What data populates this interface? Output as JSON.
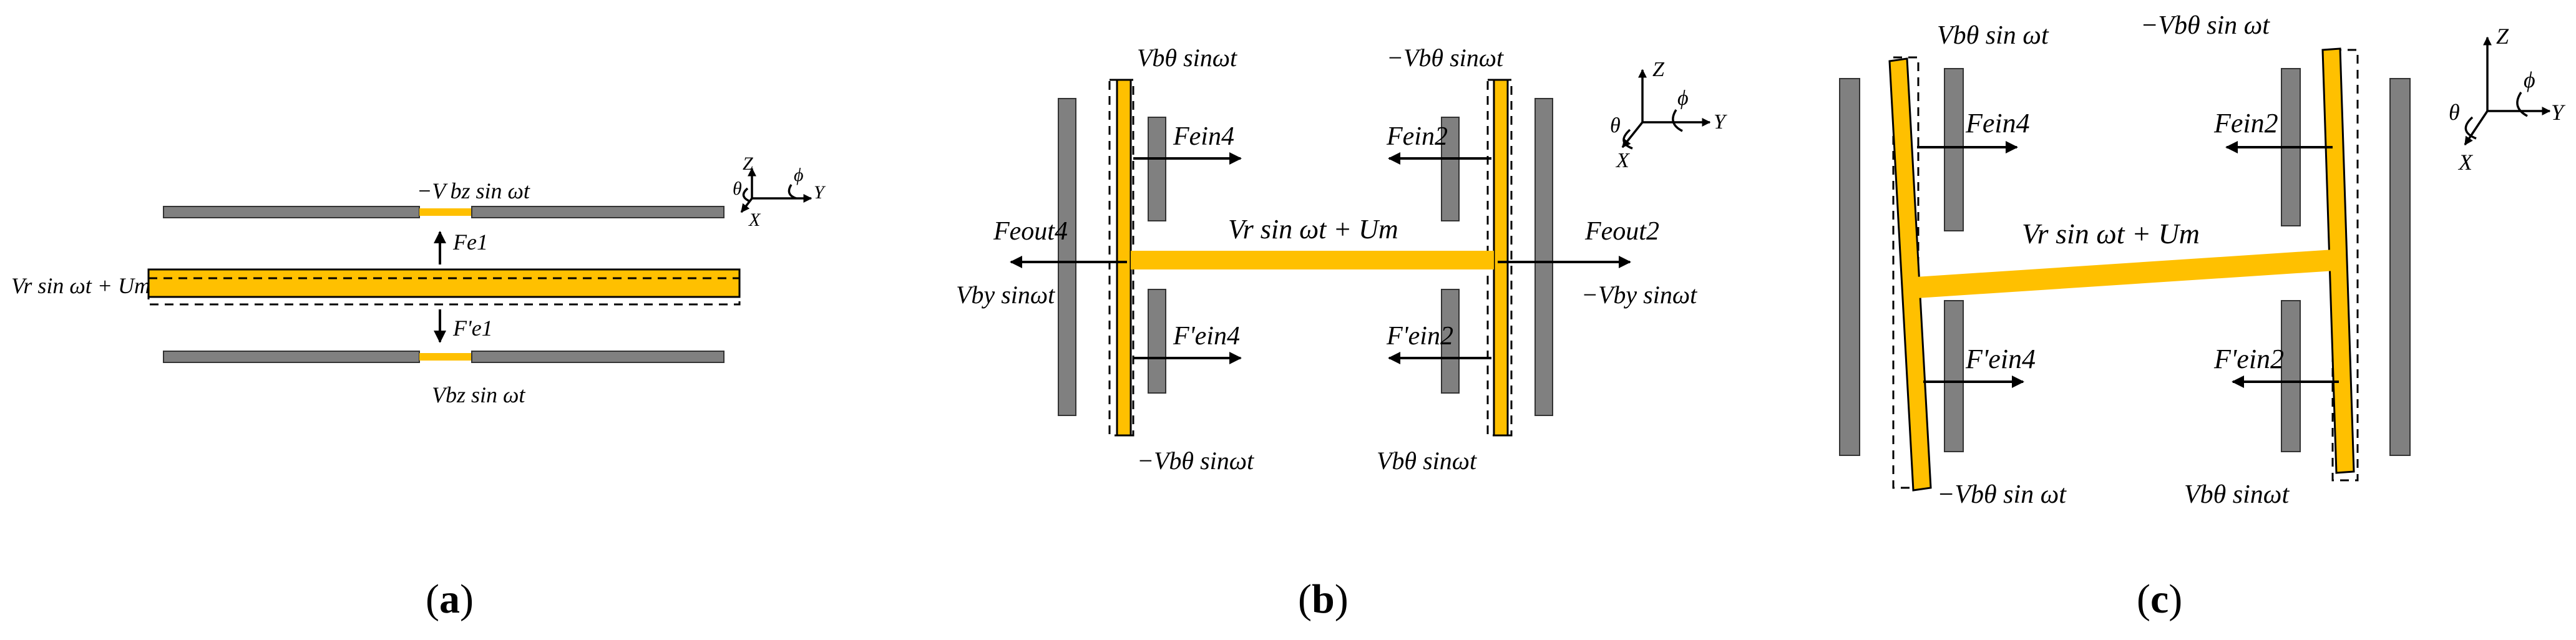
{
  "panels": {
    "a": {
      "caption_prefix": "(",
      "caption_letter": "a",
      "caption_suffix": ")",
      "labels": {
        "top_voltage": "−V bz sin ωt",
        "beam_voltage": "Vr sin ωt + Um",
        "force_up": "Fe1",
        "force_down": "F'e1",
        "bottom_voltage": "Vbz sin ωt",
        "axis_z": "Z",
        "axis_y": "Y",
        "axis_x": "X",
        "axis_theta": "θ",
        "axis_phi": "ϕ"
      }
    },
    "b": {
      "caption_prefix": "(",
      "caption_letter": "b",
      "caption_suffix": ")",
      "labels": {
        "top_left_voltage": "Vbθ sinωt",
        "top_right_voltage": "−Vbθ sinωt",
        "bottom_left_voltage": "−Vbθ sinωt",
        "bottom_right_voltage": "Vbθ sinωt",
        "left_out_force": "Feout4",
        "right_out_force": "Feout2",
        "left_voltage": "Vby sinωt",
        "right_voltage": "−Vby sinωt",
        "force_ein4": "Fein4",
        "force_ein4_prime": "F'ein4",
        "force_ein2": "Fein2",
        "force_ein2_prime": "F'ein2",
        "beam_voltage": "Vr sin ωt + Um",
        "axis_z": "Z",
        "axis_y": "Y",
        "axis_x": "X",
        "axis_theta": "θ",
        "axis_phi": "ϕ"
      }
    },
    "c": {
      "caption_prefix": "(",
      "caption_letter": "c",
      "caption_suffix": ")",
      "labels": {
        "top_left_voltage": "Vbθ sin ωt",
        "top_right_voltage": "−Vbθ sin ωt",
        "bottom_left_voltage": "−Vbθ sin ωt",
        "bottom_right_voltage": "Vbθ sinωt",
        "force_ein4": "Fein4",
        "force_ein4_prime": "F'ein4",
        "force_ein2": "Fein2",
        "force_ein2_prime": "F'ein2",
        "beam_voltage": "Vr sin ωt + Um",
        "axis_z": "Z",
        "axis_y": "Y",
        "axis_x": "X",
        "axis_theta": "θ",
        "axis_phi": "ϕ"
      }
    }
  },
  "colors": {
    "beam": "#ffc000",
    "electrode": "#808080",
    "outline": "#000000"
  }
}
